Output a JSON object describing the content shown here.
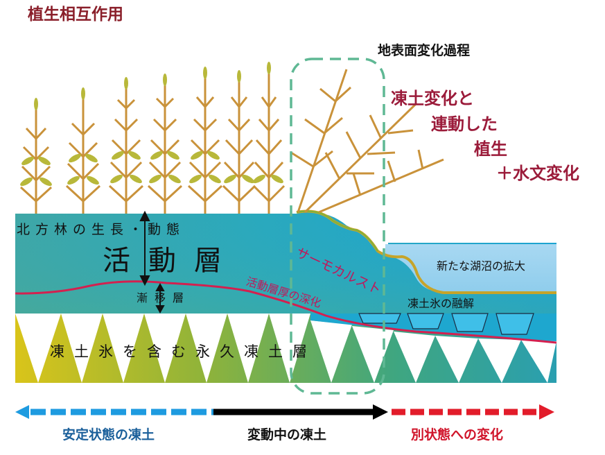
{
  "title": "植生相互作用",
  "surface_process": "地表面変化過程",
  "vegetation_change": {
    "line1": "凍土変化と",
    "line2": "連動した",
    "line3": "植生",
    "line4": "＋水文変化"
  },
  "layers": {
    "boreal_forest": "北方林の生長・動態",
    "active_layer": "活動層",
    "transition_layer": "漸移層",
    "permafrost": "凍土氷を含む永久凍土層"
  },
  "annotations": {
    "thermokarst": "サーモカルスト",
    "active_layer_deepening": "活動層厚の深化",
    "new_lake_expansion": "新たな湖沼の拡大",
    "ground_ice_melting": "凍土氷の融解"
  },
  "timeline": {
    "stable": "安定状態の凍土",
    "changing": "変動中の凍土",
    "other_state": "別状態への変化"
  },
  "colors": {
    "title": "#8a1f2a",
    "vegetation_change": "#9b1b3a",
    "stable_arrow": "#1e9be0",
    "changing_arrow": "#000000",
    "other_arrow": "#e21c2a",
    "stable_label": "#1a5f9a",
    "boundary_line": "#d4204f",
    "focus_box": "#5fb894"
  }
}
